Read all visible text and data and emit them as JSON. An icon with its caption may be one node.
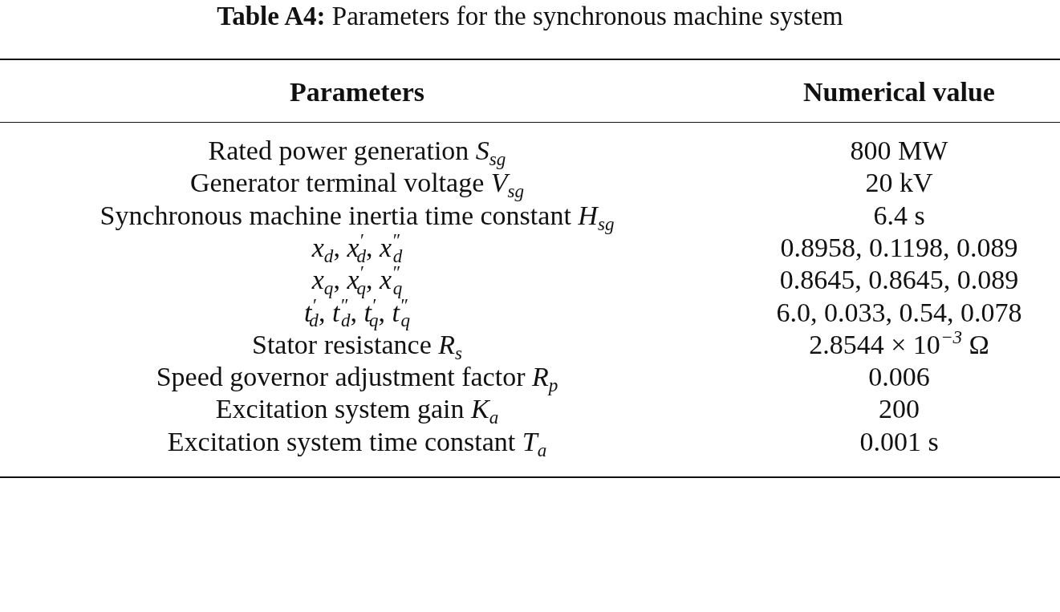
{
  "diagram": {
    "title": "**Table A4:** Parameters for the synchronous machine system",
    "labels": [
      "Parameters",
      "Numerical value",
      "Rated power generation *S*$_{sg}$",
      "800 MW",
      "Generator terminal voltage *V*$_{sg}$",
      "20 kV",
      "Synchronous machine inertia time constant *H*$_{sg}$",
      "6.4 s",
      "*x*$_{d}$, *x*$^{′}$$_{d}$, *x*$^{″}$$_{d}$",
      "0.8958, 0.1198, 0.089",
      "*x*$_{q}$, *x*$^{′}$$_{q}$, *x*$^{″}$$_{q}$",
      "0.8645, 0.8645, 0.089",
      "*t*$^{′}$$_{d}$, *t*$^{″}$$_{d}$, *t*$^{′}$$_{q}$, *t*$^{″}$$_{q}$",
      "6.0, 0.033, 0.54, 0.078",
      "Stator resistance *R*$_{s}$",
      "2.8544 × 10$^{−3}$ Ω",
      "Speed governor adjustment factor *R*$_{p}$",
      "0.006",
      "Excitation system gain *K*$_{a}$",
      "200",
      "Excitation system time constant *T*$_{a}$",
      "0.001 s"
    ]
  }
}
